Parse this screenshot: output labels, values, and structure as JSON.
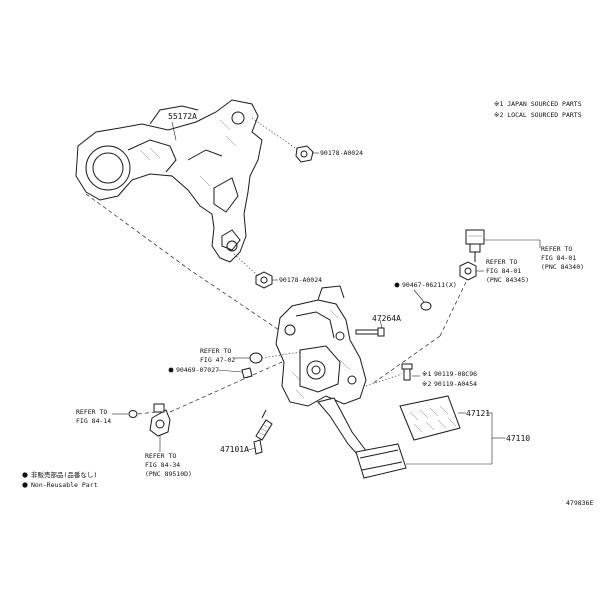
{
  "legend_top": {
    "line1": "※1 JAPAN SOURCED PARTS",
    "line2": "※2 LOCAL SOURCED PARTS"
  },
  "legend_bottom": {
    "line1": "非販売部品(品番なし)",
    "line2": "Non-Reusable Part"
  },
  "parts": {
    "bracket": "55172A",
    "nut_upper": "90178-A0024",
    "nut_lower": "90178-A0024",
    "grommet": "90467-06211(X)",
    "bolt": "47264A",
    "clip_left": "90469-07027",
    "pin_upper": "90119-08C96",
    "pin_lower": "90119-A0454",
    "pad": "47121",
    "pedal_assy": "47110",
    "rod": "47101A"
  },
  "refs": {
    "switch_top_refer": "REFER TO",
    "switch_top_fig": "FIG 84-01",
    "switch_top_pnc": "(PNC 84340)",
    "switch_mid_refer": "REFER TO",
    "switch_mid_fig": "FIG 84-01",
    "switch_mid_pnc": "(PNC 84345)",
    "clip_refer": "REFER TO",
    "clip_fig": "FIG 47-02",
    "left_refer": "REFER TO",
    "left_fig": "FIG 84-14",
    "sensor_refer": "REFER TO",
    "sensor_fig": "FIG 84-34",
    "sensor_pnc": "(PNC 89510D)"
  },
  "marks": {
    "pin_upper_mark": "※1",
    "pin_lower_mark": "※2"
  },
  "diagram_id": "479836E"
}
